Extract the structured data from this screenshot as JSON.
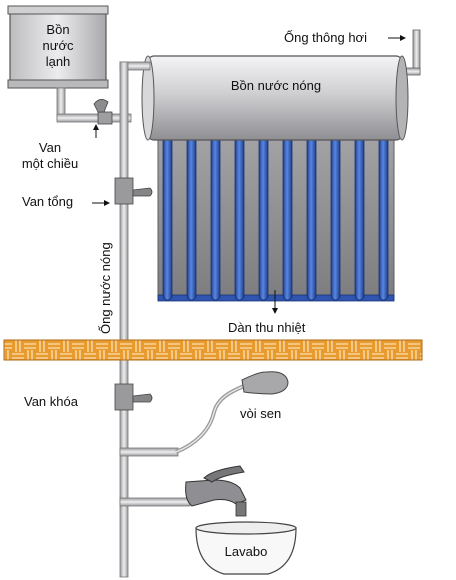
{
  "labels": {
    "cold_tank": [
      "Bồn",
      "nước",
      "lạnh"
    ],
    "vent_pipe": "Ống thông hơi",
    "hot_tank": "Bồn nước nóng",
    "check_valve": [
      "Van",
      "một chiều"
    ],
    "main_valve": "Van tổng",
    "hot_pipe": "Ống nước nóng",
    "collector": "Dàn thu nhiệt",
    "shutoff_valve": "Van khóa",
    "shower": "vòi sen",
    "basin": "Lavabo"
  },
  "colors": {
    "tank_fill": "#c9c9cc",
    "tube": "#2f55b0",
    "panel": "#8e8e90",
    "brick": "#e59a2e",
    "pipe": "#cfcfd1"
  }
}
